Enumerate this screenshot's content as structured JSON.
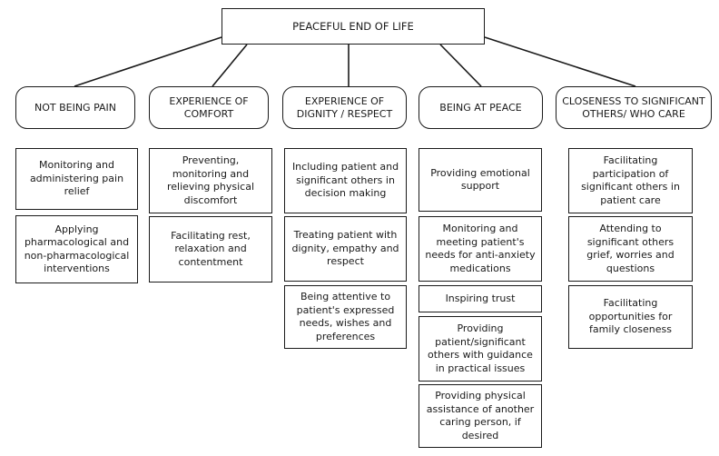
{
  "root": "PEACEFUL END OF LIFE",
  "categories": [
    {
      "title": "NOT BEING PAIN",
      "items": [
        "Monitoring and administering pain relief",
        "Applying pharmacological and non-pharmacological interventions"
      ]
    },
    {
      "title": "EXPERIENCE OF COMFORT",
      "items": [
        "Preventing, monitoring and relieving physical discomfort",
        "Facilitating rest, relaxation and contentment"
      ]
    },
    {
      "title": "EXPERIENCE OF DIGNITY / RESPECT",
      "items": [
        "Including patient and significant others in decision making",
        "Treating patient with dignity, empathy and respect",
        "Being attentive to patient's expressed needs, wishes and preferences"
      ]
    },
    {
      "title": "BEING AT PEACE",
      "items": [
        "Providing emotional support",
        "Monitoring and meeting patient's needs for anti-anxiety medications",
        "Inspiring trust",
        "Providing patient/significant others with guidance in practical issues",
        "Providing physical assistance of another caring person, if desired"
      ]
    },
    {
      "title": "CLOSENESS TO SIGNIFICANT OTHERS/ WHO CARE",
      "items": [
        "Facilitating participation of significant others in patient care",
        "Attending to significant others grief, worries and questions",
        "Facilitating opportunities for family closeness"
      ]
    }
  ]
}
